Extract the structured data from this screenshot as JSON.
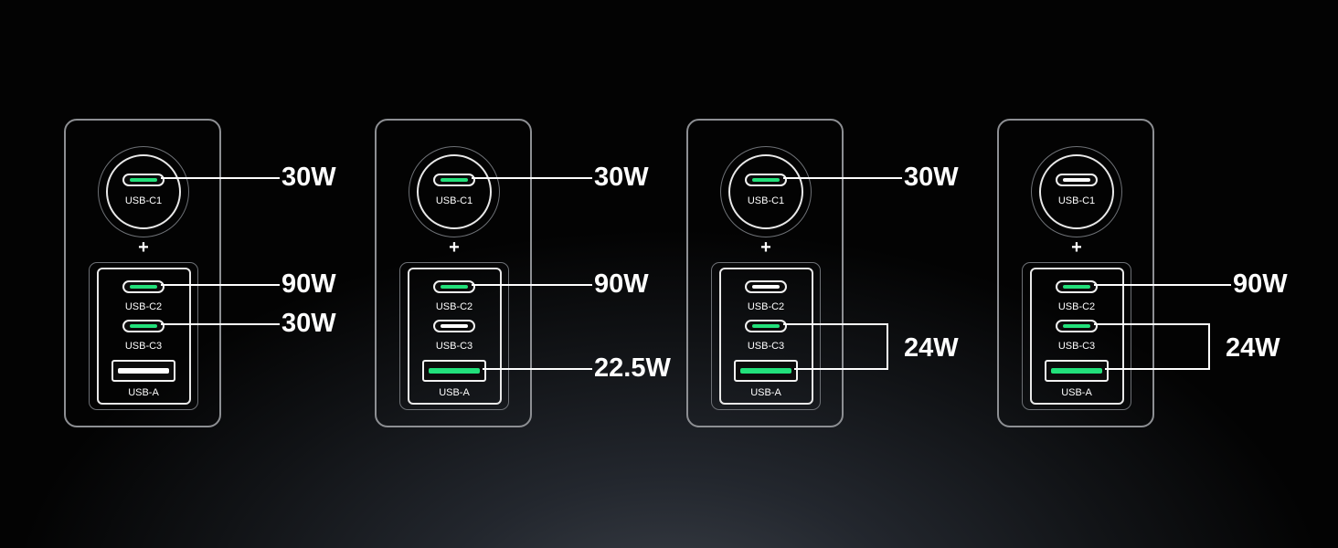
{
  "port_labels": {
    "c1": "USB-C1",
    "c2": "USB-C2",
    "c3": "USB-C3",
    "a": "USB-A"
  },
  "plus_sign": "+",
  "colors": {
    "active_port": "#22e07a",
    "idle_port": "#ffffff",
    "outline": "#e8e8e8",
    "text": "#ffffff"
  },
  "configs": [
    {
      "active": {
        "c1": true,
        "c2": true,
        "c3": true,
        "a": false
      },
      "outputs": [
        {
          "label": "30W",
          "ports": [
            "c1"
          ]
        },
        {
          "label": "90W",
          "ports": [
            "c2"
          ]
        },
        {
          "label": "30W",
          "ports": [
            "c3"
          ]
        }
      ]
    },
    {
      "active": {
        "c1": true,
        "c2": true,
        "c3": false,
        "a": true
      },
      "outputs": [
        {
          "label": "30W",
          "ports": [
            "c1"
          ]
        },
        {
          "label": "90W",
          "ports": [
            "c2"
          ]
        },
        {
          "label": "22.5W",
          "ports": [
            "a"
          ]
        }
      ]
    },
    {
      "active": {
        "c1": true,
        "c2": false,
        "c3": true,
        "a": true
      },
      "outputs": [
        {
          "label": "30W",
          "ports": [
            "c1"
          ]
        },
        {
          "label": "24W",
          "ports": [
            "c3",
            "a"
          ]
        }
      ]
    },
    {
      "active": {
        "c1": false,
        "c2": true,
        "c3": true,
        "a": true
      },
      "outputs": [
        {
          "label": "90W",
          "ports": [
            "c2"
          ]
        },
        {
          "label": "24W",
          "ports": [
            "c3",
            "a"
          ]
        }
      ]
    }
  ]
}
